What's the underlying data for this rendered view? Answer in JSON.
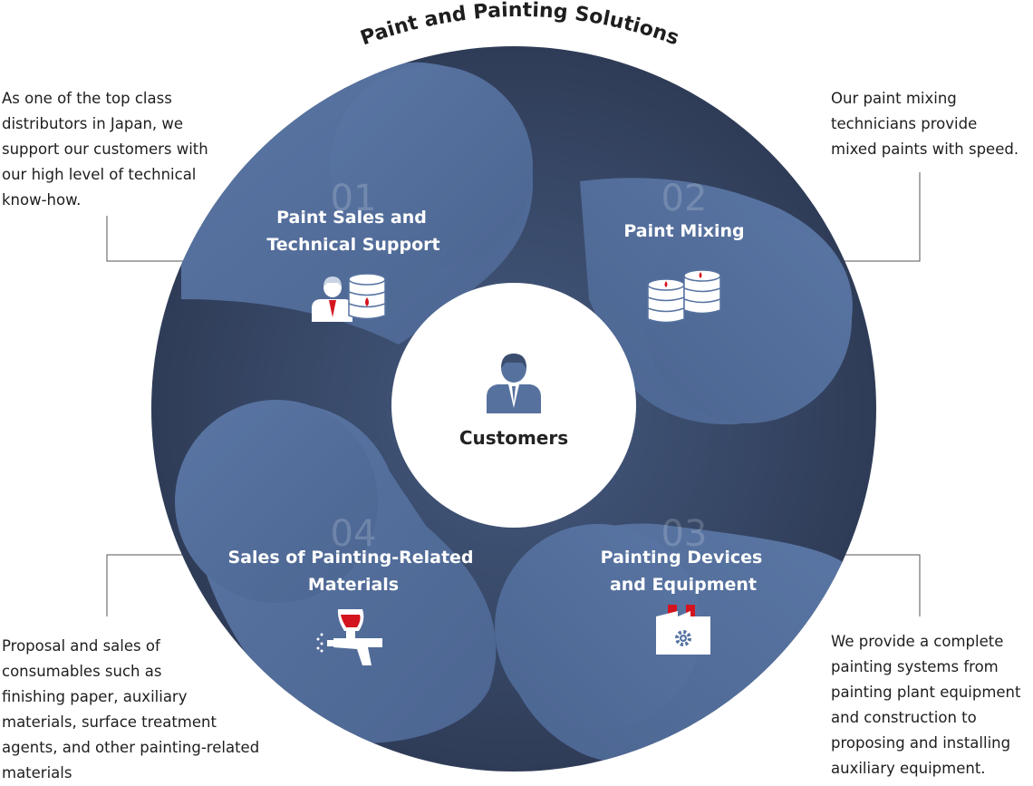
{
  "diagram": {
    "title": "Paint and Painting Solutions",
    "center": {
      "label": "Customers",
      "icon": "customer-icon"
    },
    "segments": [
      {
        "number": "01",
        "title_lines": [
          "Paint Sales and",
          "Technical Support"
        ],
        "icon": "salesperson-paint-drums-icon",
        "description_lines": [
          "As one of the top class",
          "distributors in Japan, we",
          "support our customers with",
          "our high level of technical",
          "know-how."
        ]
      },
      {
        "number": "02",
        "title_lines": [
          "Paint Mixing"
        ],
        "icon": "paint-drums-icon",
        "description_lines": [
          "Our paint mixing",
          "technicians provide",
          "mixed paints with speed."
        ]
      },
      {
        "number": "03",
        "title_lines": [
          "Painting Devices",
          "and Equipment"
        ],
        "icon": "factory-gear-icon",
        "description_lines": [
          "We provide a complete",
          "painting systems from",
          "painting plant equipment",
          "and construction to",
          "proposing and installing",
          "auxiliary equipment."
        ]
      },
      {
        "number": "04",
        "title_lines": [
          "Sales of Painting-Related",
          "Materials"
        ],
        "icon": "spray-gun-icon",
        "description_lines": [
          "Proposal and sales of",
          "consumables such as",
          "finishing paper, auxiliary",
          "materials, surface treatment",
          "agents, and other painting-related",
          "materials"
        ]
      }
    ],
    "colors": {
      "ring_dark": "#34425e",
      "ring_mid": "#465b80",
      "petal": "#5672a0",
      "accent_red": "#d4141e",
      "center_fill": "#ffffff",
      "text_dark": "#222222"
    }
  }
}
